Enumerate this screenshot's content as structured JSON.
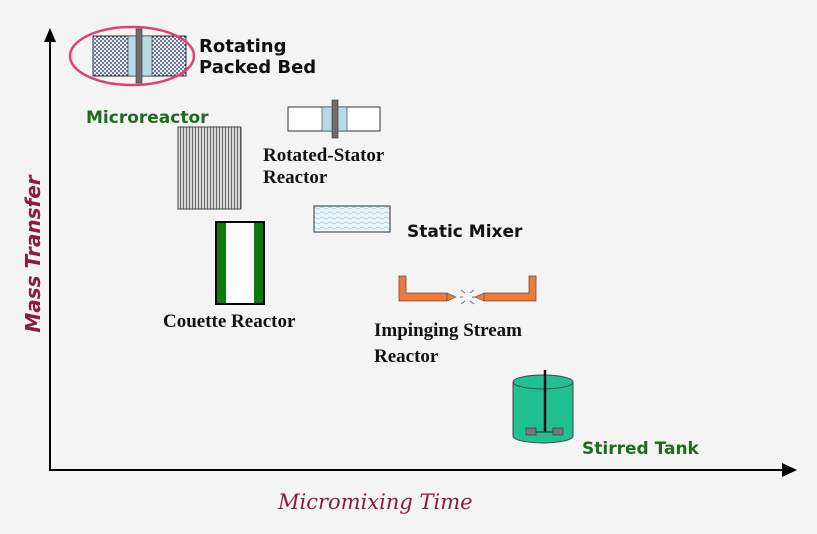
{
  "diagram": {
    "axes": {
      "x_label": "Micromixing Time",
      "y_label": "Mass Transfer",
      "label_color": "#8b1a45"
    },
    "highlight": {
      "target": "Rotating Packed Bed",
      "color": "#e0407a"
    },
    "reactors": [
      {
        "id": "rotating-packed-bed",
        "lines": [
          "Rotating",
          "Packed Bed"
        ],
        "label_color": "#111111"
      },
      {
        "id": "microreactor",
        "lines": [
          "Microreactor"
        ],
        "label_color": "#1b6d1b"
      },
      {
        "id": "rotated-stator-reactor",
        "lines": [
          "Rotated-Stator",
          "Reactor"
        ],
        "label_color": "#111111"
      },
      {
        "id": "static-mixer",
        "lines": [
          "Static Mixer"
        ],
        "label_color": "#111111"
      },
      {
        "id": "couette-reactor",
        "lines": [
          "Couette Reactor"
        ],
        "label_color": "#111111"
      },
      {
        "id": "impinging-stream-reactor",
        "lines": [
          "Impinging Stream",
          "Reactor"
        ],
        "label_color": "#111111"
      },
      {
        "id": "stirred-tank",
        "lines": [
          "Stirred Tank"
        ],
        "label_color": "#1b6d1b"
      }
    ],
    "colors": {
      "couette_wall": "#0d7a0d",
      "impinging_pipe": "#f07838",
      "stirred_tank": "#20c090",
      "shaft": "#6e6e6e",
      "rotor_fill": "#b8dce6"
    }
  }
}
